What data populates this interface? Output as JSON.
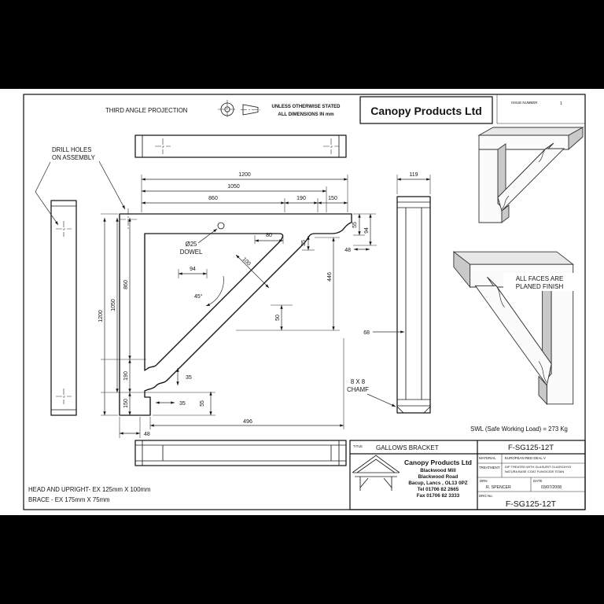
{
  "header": {
    "projection": "THIRD ANGLE PROJECTION",
    "note1": "UNLESS OTHERWISE STATED",
    "note2": "ALL DIMENSIONS IN mm",
    "company": "Canopy Products Ltd",
    "issue_label": "ISSUE NUMBER",
    "issue_value": "1"
  },
  "notes": {
    "drill1": "DRILL HOLES",
    "drill2": "ON ASSEMBLY",
    "dowel1": "Ø25",
    "dowel2": "DOWEL",
    "chamf1": "8 X 8",
    "chamf2": "CHAMF",
    "planed1": "ALL FACES ARE",
    "planed2": "PLANED FINISH",
    "swl": "SWL (Safe Working Load) = 273 Kg",
    "spec1": "HEAD AND UPRIGHT- EX 125mm X 100mm",
    "spec2": "BRACE - EX 175mm X 75mm"
  },
  "dims": {
    "top1200": "1200",
    "top1050": "1050",
    "top860": "860",
    "top190": "190",
    "top150": "150",
    "side119": "119",
    "right55": "55",
    "right94": "94",
    "right48": "48",
    "head80": "80",
    "head35": "35",
    "brace100": "100",
    "mid94": "94",
    "angle45": "45°",
    "right446": "446",
    "mid50": "50",
    "left860": "860",
    "left1050": "1050",
    "left1200": "1200",
    "left190": "190",
    "left150": "150",
    "low35a": "35",
    "low35b": "35",
    "low55": "55",
    "low48": "48",
    "low496": "496",
    "side68": "68"
  },
  "title_block": {
    "title_label": "TITLE",
    "title_value": "GALLOWS BRACKET",
    "drawing_no_top": "F-SG125-12T",
    "company_name": "Canopy Products Ltd",
    "addr1": "Blackwood Mill",
    "addr2": "Blackwood Road",
    "addr3": "Bacup, Lancs , OL13 0PZ",
    "addr4": "Tel 01706 82 2665",
    "addr5": "Fax 01706 82 3333",
    "material_label": "MATERIAL",
    "material_value": "EUROPEAN RED DEAL V",
    "treatment_label": "TREATMENT",
    "treatment_value1": "DIP TREATED WITH GLASURIT GLASSOHYD",
    "treatment_value2": "NATURA BASE COAT FUNGICIDE STAIN",
    "drn_label": "DRN",
    "drn_value": "R. SPENCER",
    "date_label": "DATE",
    "date_value": "03/07/2008",
    "drg_label": "DRG No.",
    "drg_value": "F-SG125-12T"
  }
}
